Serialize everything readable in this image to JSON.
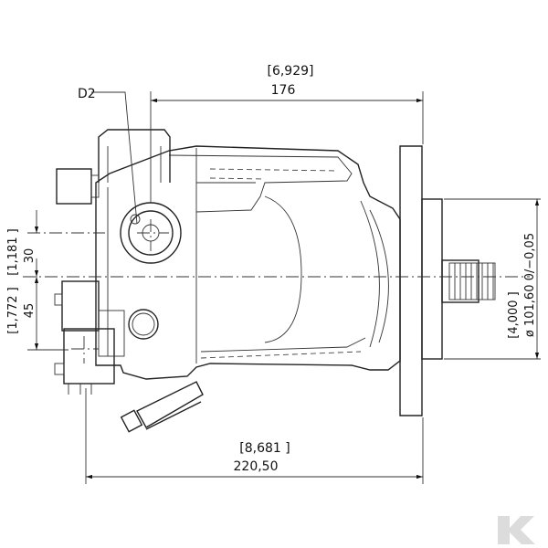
{
  "labels": {
    "port": "D2",
    "top_inch": "[6,929]",
    "top_mm": "176",
    "bottom_inch": "[8,681 ]",
    "bottom_mm": "220,50",
    "left_upper_inch": "[1,181 ]",
    "left_upper_mm": "30",
    "left_lower_inch": "[1,772 ]",
    "left_lower_mm": "45",
    "shaft_inch": "[4,000 ]",
    "shaft_mm": "ø 101,60  0/−0,05"
  },
  "logo": {
    "text": "K",
    "color": "#d9d9d9"
  }
}
